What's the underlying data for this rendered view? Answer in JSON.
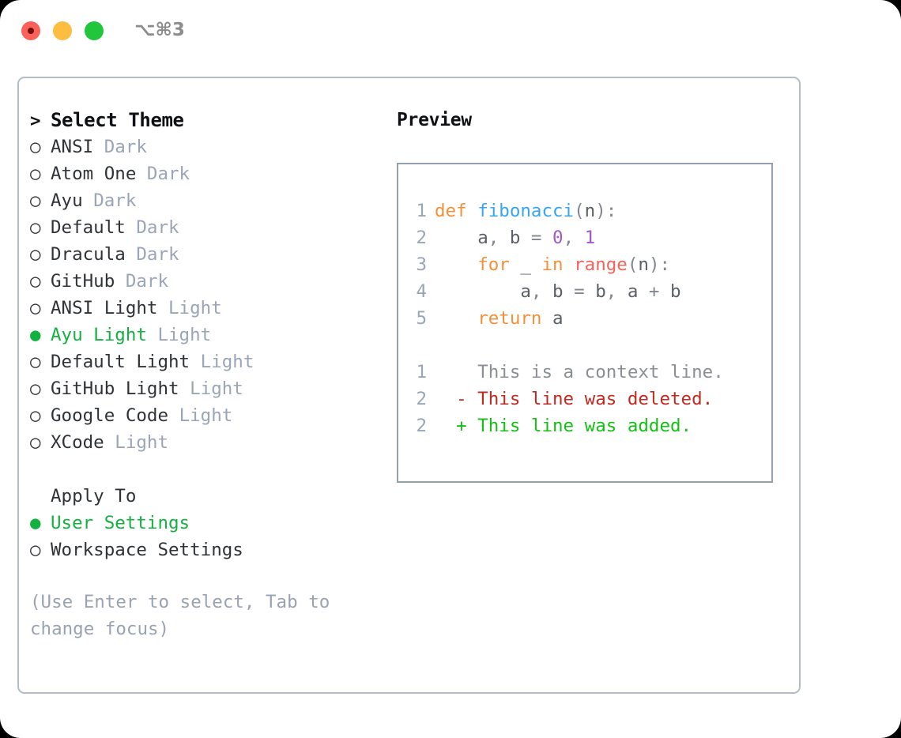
{
  "titlebar": {
    "shortcut": "⌥⌘3",
    "buttons": [
      {
        "name": "close",
        "color": "#fb6158"
      },
      {
        "name": "minimize",
        "color": "#fcbd40"
      },
      {
        "name": "maximize",
        "color": "#21c63c"
      }
    ]
  },
  "theme_picker": {
    "header": {
      "prefix": ">",
      "label": "Select Theme"
    },
    "markers": {
      "unselected": "○",
      "selected": "●"
    },
    "items": [
      {
        "marker": "○",
        "label": "ANSI",
        "badge": "Dark",
        "selected": false
      },
      {
        "marker": "○",
        "label": "Atom One",
        "badge": "Dark",
        "selected": false
      },
      {
        "marker": "○",
        "label": "Ayu",
        "badge": "Dark",
        "selected": false
      },
      {
        "marker": "○",
        "label": "Default",
        "badge": "Dark",
        "selected": false
      },
      {
        "marker": "○",
        "label": "Dracula",
        "badge": "Dark",
        "selected": false
      },
      {
        "marker": "○",
        "label": "GitHub",
        "badge": "Dark",
        "selected": false
      },
      {
        "marker": "○",
        "label": "ANSI Light",
        "badge": "Light",
        "selected": false
      },
      {
        "marker": "●",
        "label": "Ayu Light",
        "badge": "Light",
        "selected": true
      },
      {
        "marker": "○",
        "label": "Default Light",
        "badge": "Light",
        "selected": false
      },
      {
        "marker": "○",
        "label": "GitHub Light",
        "badge": "Light",
        "selected": false
      },
      {
        "marker": "○",
        "label": "Google Code",
        "badge": "Light",
        "selected": false
      },
      {
        "marker": "○",
        "label": "XCode",
        "badge": "Light",
        "selected": false
      }
    ]
  },
  "apply_to": {
    "label": "Apply To",
    "options": [
      {
        "marker": "●",
        "label": "User Settings",
        "selected": true
      },
      {
        "marker": "○",
        "label": "Workspace Settings",
        "selected": false
      }
    ]
  },
  "hint": "(Use Enter to select, Tab to change focus)",
  "preview": {
    "title": "Preview",
    "code_lines": [
      {
        "number": "1",
        "tokens": [
          {
            "t": "def",
            "c": "kw"
          },
          {
            "t": " ",
            "c": "punc"
          },
          {
            "t": "fibonacci",
            "c": "fn"
          },
          {
            "t": "(",
            "c": "punc"
          },
          {
            "t": "n",
            "c": "id"
          },
          {
            "t": "):",
            "c": "punc"
          }
        ]
      },
      {
        "number": "2",
        "tokens": [
          {
            "t": "    ",
            "c": "punc"
          },
          {
            "t": "a",
            "c": "id"
          },
          {
            "t": ", ",
            "c": "punc"
          },
          {
            "t": "b",
            "c": "id"
          },
          {
            "t": " = ",
            "c": "punc"
          },
          {
            "t": "0",
            "c": "num"
          },
          {
            "t": ", ",
            "c": "punc"
          },
          {
            "t": "1",
            "c": "num"
          }
        ]
      },
      {
        "number": "3",
        "tokens": [
          {
            "t": "    ",
            "c": "punc"
          },
          {
            "t": "for",
            "c": "kw"
          },
          {
            "t": " ",
            "c": "punc"
          },
          {
            "t": "_",
            "c": "id"
          },
          {
            "t": " ",
            "c": "punc"
          },
          {
            "t": "in",
            "c": "kw"
          },
          {
            "t": " ",
            "c": "punc"
          },
          {
            "t": "range",
            "c": "bi"
          },
          {
            "t": "(",
            "c": "punc"
          },
          {
            "t": "n",
            "c": "id"
          },
          {
            "t": "):",
            "c": "punc"
          }
        ]
      },
      {
        "number": "4",
        "tokens": [
          {
            "t": "        ",
            "c": "punc"
          },
          {
            "t": "a",
            "c": "id"
          },
          {
            "t": ", ",
            "c": "punc"
          },
          {
            "t": "b",
            "c": "id"
          },
          {
            "t": " = ",
            "c": "punc"
          },
          {
            "t": "b",
            "c": "id"
          },
          {
            "t": ", ",
            "c": "punc"
          },
          {
            "t": "a",
            "c": "id"
          },
          {
            "t": " + ",
            "c": "punc"
          },
          {
            "t": "b",
            "c": "id"
          }
        ]
      },
      {
        "number": "5",
        "tokens": [
          {
            "t": "    ",
            "c": "punc"
          },
          {
            "t": "return",
            "c": "kw"
          },
          {
            "t": " ",
            "c": "punc"
          },
          {
            "t": "a",
            "c": "id"
          }
        ]
      }
    ],
    "diff_lines": [
      {
        "number": "1",
        "sign": " ",
        "text": " This is a context line.",
        "kind": "ctx"
      },
      {
        "number": "2",
        "sign": "-",
        "text": " This line was deleted.",
        "kind": "del"
      },
      {
        "number": "2",
        "sign": "+",
        "text": " This line was added.",
        "kind": "add"
      }
    ]
  },
  "colors": {
    "accent_green": "#13b13f",
    "badge_muted": "#9aa5b8",
    "panel_border": "#b3bcc9",
    "preview_border": "#93a0b0",
    "keyword_orange": "#f5903a",
    "function_blue": "#36a6f0",
    "number_purple": "#a058c8",
    "builtin_red": "#f4635c",
    "diff_deleted": "#c22a20",
    "diff_added": "#13c014"
  }
}
